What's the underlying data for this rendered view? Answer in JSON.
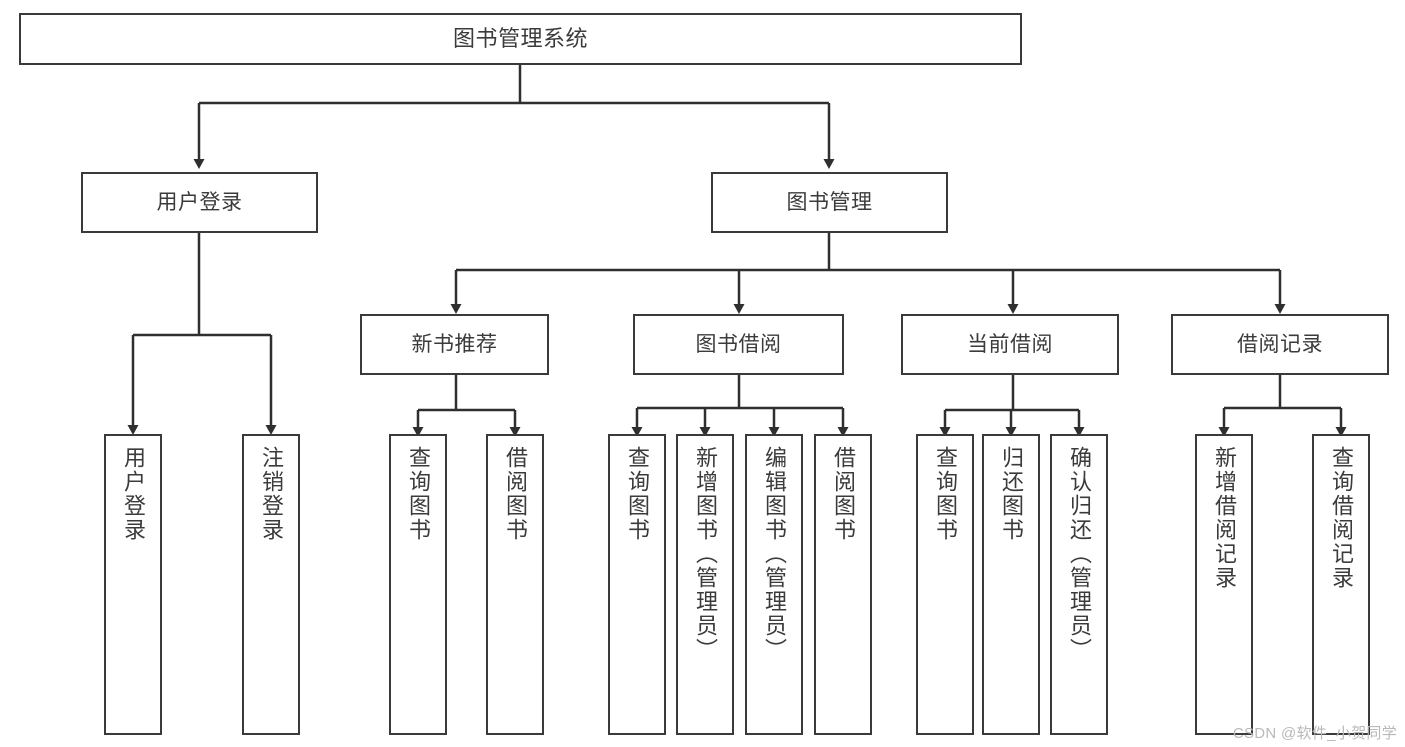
{
  "diagram": {
    "type": "tree",
    "title": "图书管理系统",
    "nodes": {
      "root": {
        "label": "图书管理系统"
      },
      "level1": [
        {
          "id": "user-login",
          "label": "用户登录"
        },
        {
          "id": "book-manage",
          "label": "图书管理"
        }
      ],
      "level2": [
        {
          "id": "new-book-recommend",
          "label": "新书推荐"
        },
        {
          "id": "book-borrow",
          "label": "图书借阅"
        },
        {
          "id": "current-borrow",
          "label": "当前借阅"
        },
        {
          "id": "borrow-record",
          "label": "借阅记录"
        }
      ],
      "leaves": {
        "user_login": [
          {
            "id": "leaf-user-login",
            "label": "用户登录"
          },
          {
            "id": "leaf-logout-login",
            "label": "注销登录"
          }
        ],
        "new_book_recommend": [
          {
            "id": "leaf-query-book-1",
            "label": "查询图书"
          },
          {
            "id": "leaf-borrow-book-1",
            "label": "借阅图书"
          }
        ],
        "book_borrow": [
          {
            "id": "leaf-query-book-2",
            "label": "查询图书"
          },
          {
            "id": "leaf-add-book",
            "label": "新增图书（管理员）"
          },
          {
            "id": "leaf-edit-book",
            "label": "编辑图书（管理员）"
          },
          {
            "id": "leaf-borrow-book-2",
            "label": "借阅图书"
          }
        ],
        "current_borrow": [
          {
            "id": "leaf-query-book-3",
            "label": "查询图书"
          },
          {
            "id": "leaf-return-book",
            "label": "归还图书"
          },
          {
            "id": "leaf-confirm-return",
            "label": "确认归还（管理员）"
          }
        ],
        "borrow_record": [
          {
            "id": "leaf-add-record",
            "label": "新增借阅记录"
          },
          {
            "id": "leaf-query-record",
            "label": "查询借阅记录"
          }
        ]
      }
    },
    "colors": {
      "stroke": "#3a3a3a",
      "text": "#3b3b3b",
      "background": "#ffffff",
      "watermark": "#b9b9b9"
    }
  },
  "watermark": {
    "text": "CSDN @软件_小贺同学"
  }
}
